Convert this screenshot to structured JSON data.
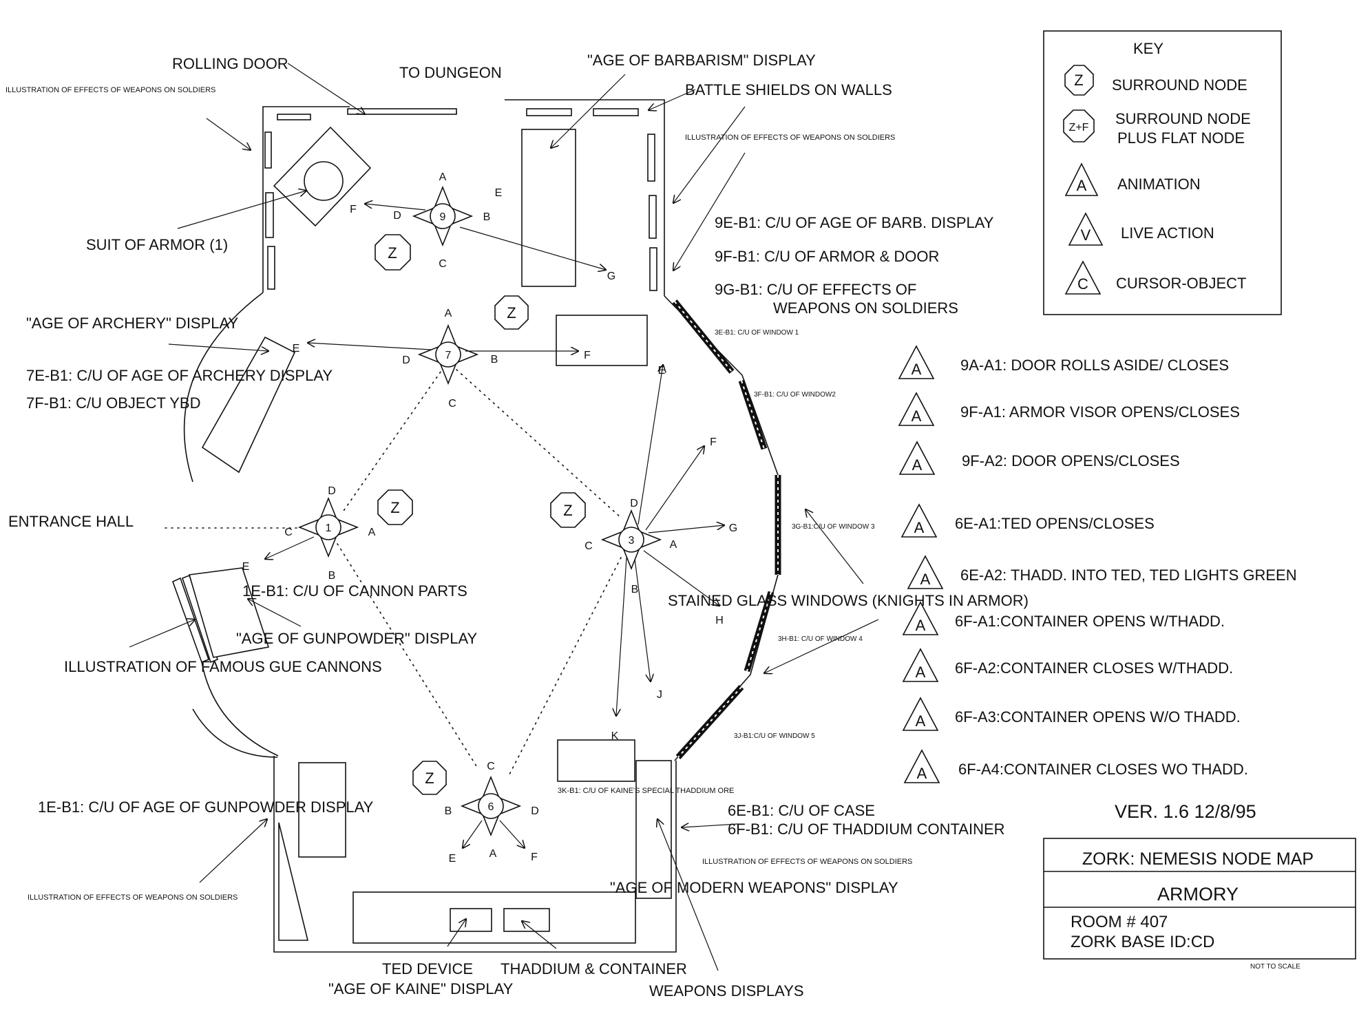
{
  "key": {
    "title": "KEY",
    "surround_symbol": "Z",
    "surround": "SURROUND NODE",
    "surround_flat_symbol": "Z+F",
    "surround_flat_1": "SURROUND NODE",
    "surround_flat_2": "PLUS FLAT NODE",
    "animation_symbol": "A",
    "animation": "ANIMATION",
    "live_symbol": "V",
    "live": "LIVE ACTION",
    "cursor_symbol": "C",
    "cursor": "CURSOR-OBJECT"
  },
  "labels": {
    "rolling_door": "ROLLING DOOR",
    "to_dungeon": "TO DUNGEON",
    "illus_top_left": "ILLUSTRATION OF EFFECTS OF WEAPONS ON SOLDIERS",
    "age_barbarism": "\"AGE OF BARBARISM\" DISPLAY",
    "battle_shields": "BATTLE SHIELDS ON WALLS",
    "illus_top_right": "ILLUSTRATION OF EFFECTS OF WEAPONS ON SOLDIERS",
    "suit_armor": "SUIT OF ARMOR (1)",
    "b9e": "9E-B1: C/U OF AGE OF BARB. DISPLAY",
    "b9f": "9F-B1: C/U OF ARMOR & DOOR",
    "b9g_1": "9G-B1: C/U OF EFFECTS OF",
    "b9g_2": "WEAPONS ON SOLDIERS",
    "age_archery": "\"AGE OF ARCHERY\" DISPLAY",
    "b7e": "7E-B1: C/U OF AGE OF ARCHERY DISPLAY",
    "b7f": "7F-B1: C/U OBJECT YBD",
    "win1": "3E-B1: C/U OF WINDOW 1",
    "win2": "3F-B1: C/U OF WINDOW2",
    "win3": "3G-B1:C/U OF WINDOW 3",
    "win4": "3H-B1: C/U OF WINDOW 4",
    "win5": "3J-B1:C/U OF WINDOW 5",
    "entrance_hall": "ENTRANCE HALL",
    "b1e_cannon": "1E-B1: C/U OF CANNON PARTS",
    "age_gunpowder": "\"AGE OF GUNPOWDER\" DISPLAY",
    "illus_cannons": "ILLUSTRATION OF FAMOUS GUE CANNONS",
    "stained_glass": "STAINED GLASS WINDOWS (KNIGHTS IN ARMOR)",
    "b3k": "3K-B1: C/U OF KAINE'S SPECIAL THADDIUM ORE",
    "b6e": "6E-B1: C/U OF CASE",
    "b6f": "6F-B1: C/U OF THADDIUM CONTAINER",
    "illus_lower_right": "ILLUSTRATION OF EFFECTS OF WEAPONS ON SOLDIERS",
    "b1e_gunpowder": "1E-B1: C/U OF  AGE OF GUNPOWDER DISPLAY",
    "illus_lower_left": "ILLUSTRATION OF EFFECTS OF WEAPONS ON SOLDIERS",
    "age_modern": "\"AGE OF MODERN WEAPONS\" DISPLAY",
    "ted_device": "TED DEVICE",
    "thaddium_container": "THADDIUM & CONTAINER",
    "age_kaine": "\"AGE OF KAINE\" DISPLAY",
    "weapons_displays": "WEAPONS DISPLAYS"
  },
  "animations": [
    {
      "symbol": "A",
      "text": "9A-A1: DOOR ROLLS ASIDE/ CLOSES"
    },
    {
      "symbol": "A",
      "text": "9F-A1: ARMOR VISOR OPENS/CLOSES"
    },
    {
      "symbol": "A",
      "text": "9F-A2: DOOR OPENS/CLOSES"
    },
    {
      "symbol": "A",
      "text": "6E-A1:TED OPENS/CLOSES"
    },
    {
      "symbol": "A",
      "text": "6E-A2: THADD. INTO TED, TED LIGHTS GREEN"
    },
    {
      "symbol": "A",
      "text": "6F-A1:CONTAINER OPENS W/THADD."
    },
    {
      "symbol": "A",
      "text": "6F-A2:CONTAINER CLOSES W/THADD."
    },
    {
      "symbol": "A",
      "text": "6F-A3:CONTAINER OPENS W/O THADD."
    },
    {
      "symbol": "A",
      "text": "6F-A4:CONTAINER CLOSES WO THADD."
    }
  ],
  "nodes": {
    "n9": "9",
    "n7": "7",
    "n1": "1",
    "n3": "3",
    "n6": "6",
    "z": "Z",
    "dirA": "A",
    "dirB": "B",
    "dirC": "C",
    "dirD": "D",
    "dirE": "E",
    "dirF": "F",
    "dirG": "G",
    "dirH": "H",
    "dirJ": "J",
    "dirK": "K"
  },
  "version": "VER. 1.6     12/8/95",
  "title_block": {
    "title": "ZORK: NEMESIS NODE MAP",
    "room_name": "ARMORY",
    "room_number": "ROOM # 407",
    "base_id": "ZORK BASE ID:CD",
    "scale": "NOT TO SCALE"
  }
}
